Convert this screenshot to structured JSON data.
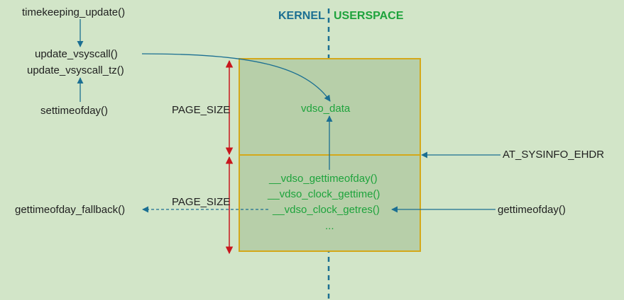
{
  "header": {
    "kernel": "KERNEL",
    "userspace": "USERSPACE"
  },
  "kernel_funcs": {
    "timekeeping_update": "timekeeping_update()",
    "update_vsyscall": "update_vsyscall()",
    "update_vsyscall_tz": "update_vsyscall_tz()",
    "settimeofday": "settimeofday()",
    "fallback": "gettimeofday_fallback()"
  },
  "page_labels": {
    "upper": "PAGE_SIZE",
    "lower": "PAGE_SIZE"
  },
  "vdso": {
    "data": "vdso_data",
    "funcs": [
      "__vdso_gettimeofday()",
      "__vdso_clock_gettime()",
      "__vdso_clock_getres()",
      "..."
    ]
  },
  "userspace": {
    "at_sysinfo": "AT_SYSINFO_EHDR",
    "gettimeofday": "gettimeofday()"
  },
  "colors": {
    "background": "#d2e5c8",
    "box_fill": "#b7cfa9",
    "box_border": "#d4a81a",
    "arrow_blue": "#1b6f92",
    "page_red": "#c8161d",
    "text_green": "#1ea33c"
  }
}
